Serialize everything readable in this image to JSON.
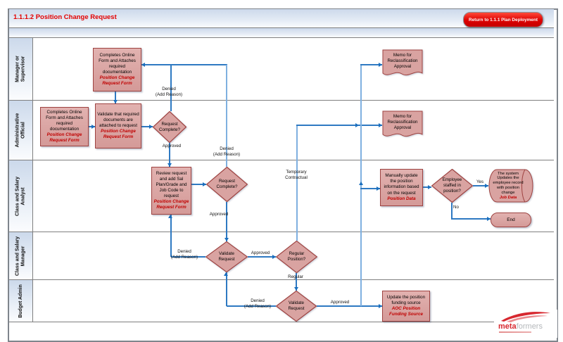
{
  "header": {
    "title": "1.1.1.2 Position Change Request",
    "return_button": "Return to 1.1.1 Plan Deployment"
  },
  "lanes": [
    {
      "label": "Manager or\nSupervisor"
    },
    {
      "label": "Administrative\nOfficial"
    },
    {
      "label": "Class and Salary\nAnalyst"
    },
    {
      "label": "Class and Salary\nManager"
    },
    {
      "label": "Budget Admin"
    }
  ],
  "nodes": {
    "completes_online": {
      "text": "Completes Online Form and Attaches required documentation",
      "form": "Position Change Request Form"
    },
    "validate_docs": {
      "text": "Validate that required documents are attached to request",
      "form": "Position Change Request Form"
    },
    "request_complete": {
      "text": "Request Complete?"
    },
    "memo": {
      "text": "Memo for Reclassification Approval"
    },
    "review_request": {
      "text": "Review request and add Sal Plan/Grade and Job Code to request",
      "form": "Position Change Request Form"
    },
    "manually_update": {
      "text": "Manually update the position information based on the request",
      "form": "Position Data"
    },
    "employee_staffed": {
      "text": "Employee staffed in position?"
    },
    "system_updates": {
      "text": "The system Updates the employee record with position change",
      "form": "Job Data"
    },
    "end": {
      "text": "End"
    },
    "validate_request": {
      "text": "Validate Request"
    },
    "regular_position": {
      "text": "Regular Position?"
    },
    "update_funding": {
      "text": "Update the position funding source",
      "form": "AOC Position Funding Source"
    }
  },
  "edge_labels": {
    "denied": "Denied\n(Add Reason)",
    "approved": "Approved",
    "regular": "Regular",
    "temporary": "Temporary\nContractual",
    "yes": "Yes",
    "no": "No"
  },
  "logo": {
    "meta": "meta",
    "formers": "formers"
  },
  "colors": {
    "shape_fill": "#d9a3a1",
    "shape_border": "#9e4341",
    "connector": "#2e79c2",
    "accent_red": "#e30000"
  }
}
